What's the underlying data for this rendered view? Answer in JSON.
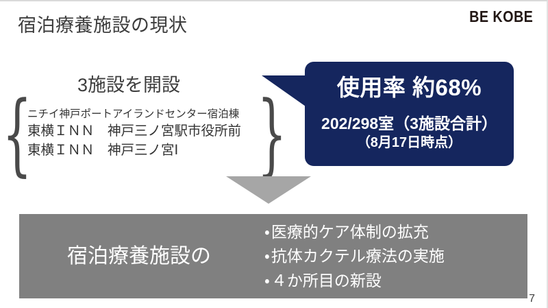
{
  "slide": {
    "title": "宿泊療養施設の現状",
    "brand": "BE KOBE",
    "page_number": "7",
    "colors": {
      "navy": "#15265e",
      "gray_band": "#808080",
      "arrow_gray": "#a6a6a6",
      "text_dark": "#3d3d3d"
    }
  },
  "facilities": {
    "heading": "3施設を開設",
    "brace_left": "{",
    "brace_right": "}",
    "items": [
      {
        "name": "ニチイ神戸ポートアイランドセンター宿泊棟",
        "size": "small"
      },
      {
        "name": "東横ＩＮＮ　神戸三ノ宮駅市役所前",
        "size": "large"
      },
      {
        "name": "東横ＩＮＮ　神戸三ノ宮Ⅰ",
        "size": "large"
      }
    ]
  },
  "callout": {
    "usage_rate": "使用率 約68%",
    "rooms": "202/298室（3施設合計）",
    "as_of": "（8月17日時点）"
  },
  "arrow": {
    "icon": "triangle-down-icon"
  },
  "result": {
    "label": "宿泊療養施設の",
    "bullets": [
      {
        "marker": "・",
        "text": "医療的ケア体制の拡充"
      },
      {
        "marker": "・",
        "text": "抗体カクテル療法の実施"
      },
      {
        "marker": "・",
        "text": "４か所目の新設"
      }
    ]
  }
}
